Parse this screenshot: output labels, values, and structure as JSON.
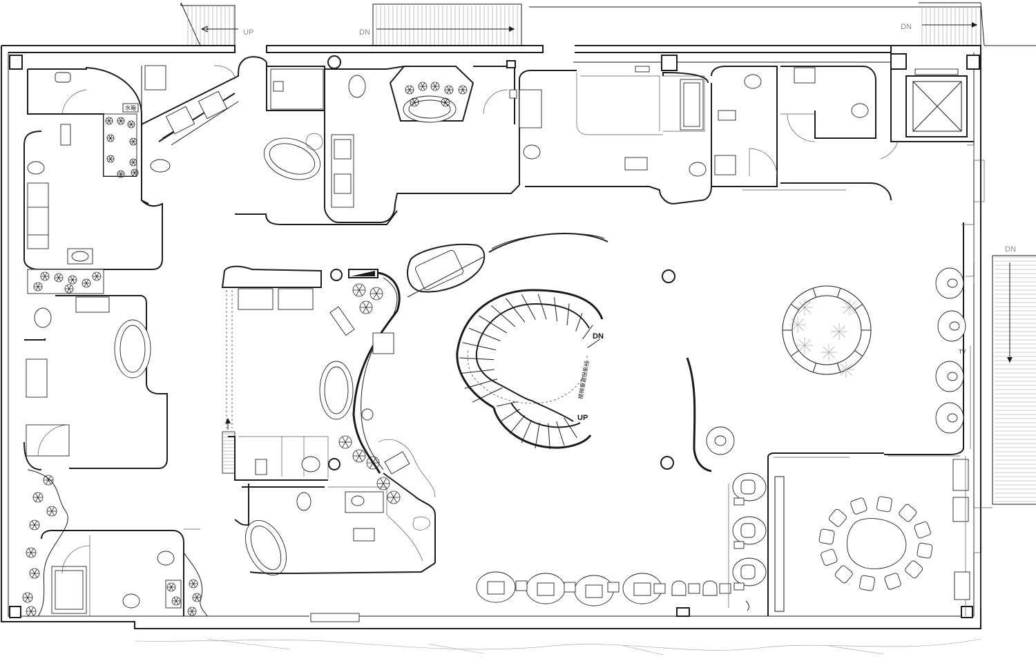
{
  "stair_labels": {
    "top_left_up": "UP",
    "top_mid_dn": "DN",
    "top_right_dn": "DN",
    "right_dn": "DN",
    "spiral_dn": "DN",
    "spiral_up": "UP"
  },
  "room_labels": {
    "tv": "TV",
    "small_box": "水箱",
    "spiral_note": "楼梯垂直投影线"
  },
  "colors": {
    "wall": "#1a1a1a",
    "label_gray": "#888888",
    "background": "#ffffff"
  }
}
